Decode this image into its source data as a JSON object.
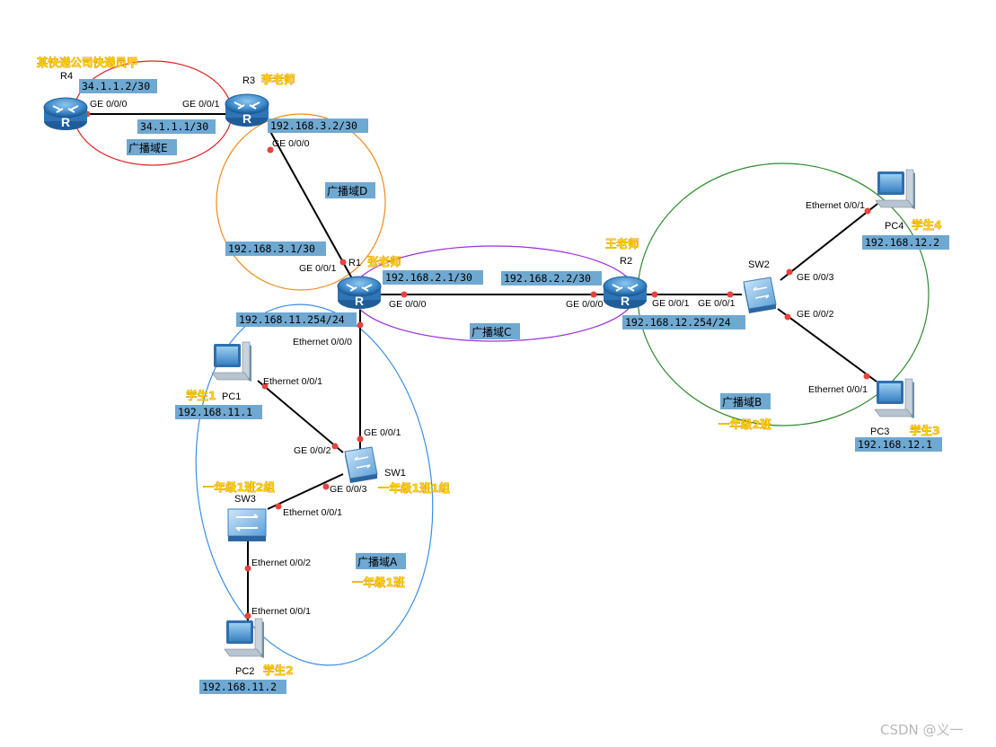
{
  "devices": {
    "r1": {
      "name": "R1",
      "person": "张老师"
    },
    "r2": {
      "name": "R2",
      "person": "王老师"
    },
    "r3": {
      "name": "R3",
      "person": "李老师"
    },
    "r4": {
      "name": "R4",
      "person": "某快递公司快递员甲"
    },
    "sw1": {
      "name": "SW1",
      "person": "一年级1班1组"
    },
    "sw2": {
      "name": "SW2"
    },
    "sw3": {
      "name": "SW3",
      "person": "一年级1班2组"
    },
    "pc1": {
      "name": "PC1",
      "person": "学生1",
      "ip": "192.168.11.1"
    },
    "pc2": {
      "name": "PC2",
      "person": "学生2",
      "ip": "192.168.11.2"
    },
    "pc3": {
      "name": "PC3",
      "person": "学生3",
      "ip": "192.168.12.1"
    },
    "pc4": {
      "name": "PC4",
      "person": "学生4",
      "ip": "192.168.12.2"
    }
  },
  "interfaces": {
    "r4_ge000": {
      "port": "GE 0/0/0",
      "ip": "34.1.1.2/30"
    },
    "r3_ge001": {
      "port": "GE 0/0/1",
      "ip": "34.1.1.1/30"
    },
    "r3_ge000": {
      "port": "GE 0/0/0",
      "ip": "192.168.3.2/30"
    },
    "r1_ge001": {
      "port": "GE 0/0/1",
      "ip": "192.168.3.1/30"
    },
    "r1_ge000": {
      "port": "GE 0/0/0",
      "ip": "192.168.2.1/30"
    },
    "r1_eth000": {
      "port": "Ethernet 0/0/0",
      "ip": "192.168.11.254/24"
    },
    "r2_ge000": {
      "port": "GE 0/0/0",
      "ip": "192.168.2.2/30"
    },
    "r2_ge001": {
      "port": "GE 0/0/1",
      "ip": "192.168.12.254/24"
    },
    "sw2_ge001": {
      "port": "GE 0/0/1"
    },
    "sw2_ge003": {
      "port": "GE 0/0/3"
    },
    "sw2_ge002": {
      "port": "GE 0/0/2"
    },
    "pc4_eth001": {
      "port": "Ethernet 0/0/1"
    },
    "pc3_eth001": {
      "port": "Ethernet 0/0/1"
    },
    "sw1_ge001": {
      "port": "GE 0/0/1"
    },
    "sw1_ge002": {
      "port": "GE 0/0/2"
    },
    "sw1_ge003": {
      "port": "GE 0/0/3"
    },
    "pc1_eth001": {
      "port": "Ethernet 0/0/1"
    },
    "sw3_eth001": {
      "port": "Ethernet 0/0/1"
    },
    "sw3_eth002": {
      "port": "Ethernet 0/0/2"
    },
    "pc2_eth001": {
      "port": "Ethernet 0/0/1"
    }
  },
  "broadcast_domains": {
    "a": {
      "label": "广播域A",
      "note": "一年级1班",
      "color": "#3a8ee6"
    },
    "b": {
      "label": "广播域B",
      "note": "一年级2班",
      "color": "#2e8b2e"
    },
    "c": {
      "label": "广播域C",
      "color": "#9b30d9"
    },
    "d": {
      "label": "广播域D",
      "color": "#f08a1c"
    },
    "e": {
      "label": "广播域E",
      "color": "#e02020"
    }
  },
  "colors": {
    "link": "#000000",
    "port_dot": "#e8433c",
    "ip_label_bg": "#6fa8d1",
    "person_text": "#ffd200"
  },
  "icons": {
    "router": "router-icon",
    "switch": "switch-icon",
    "pc": "pc-icon"
  },
  "watermark": "CSDN @义一"
}
